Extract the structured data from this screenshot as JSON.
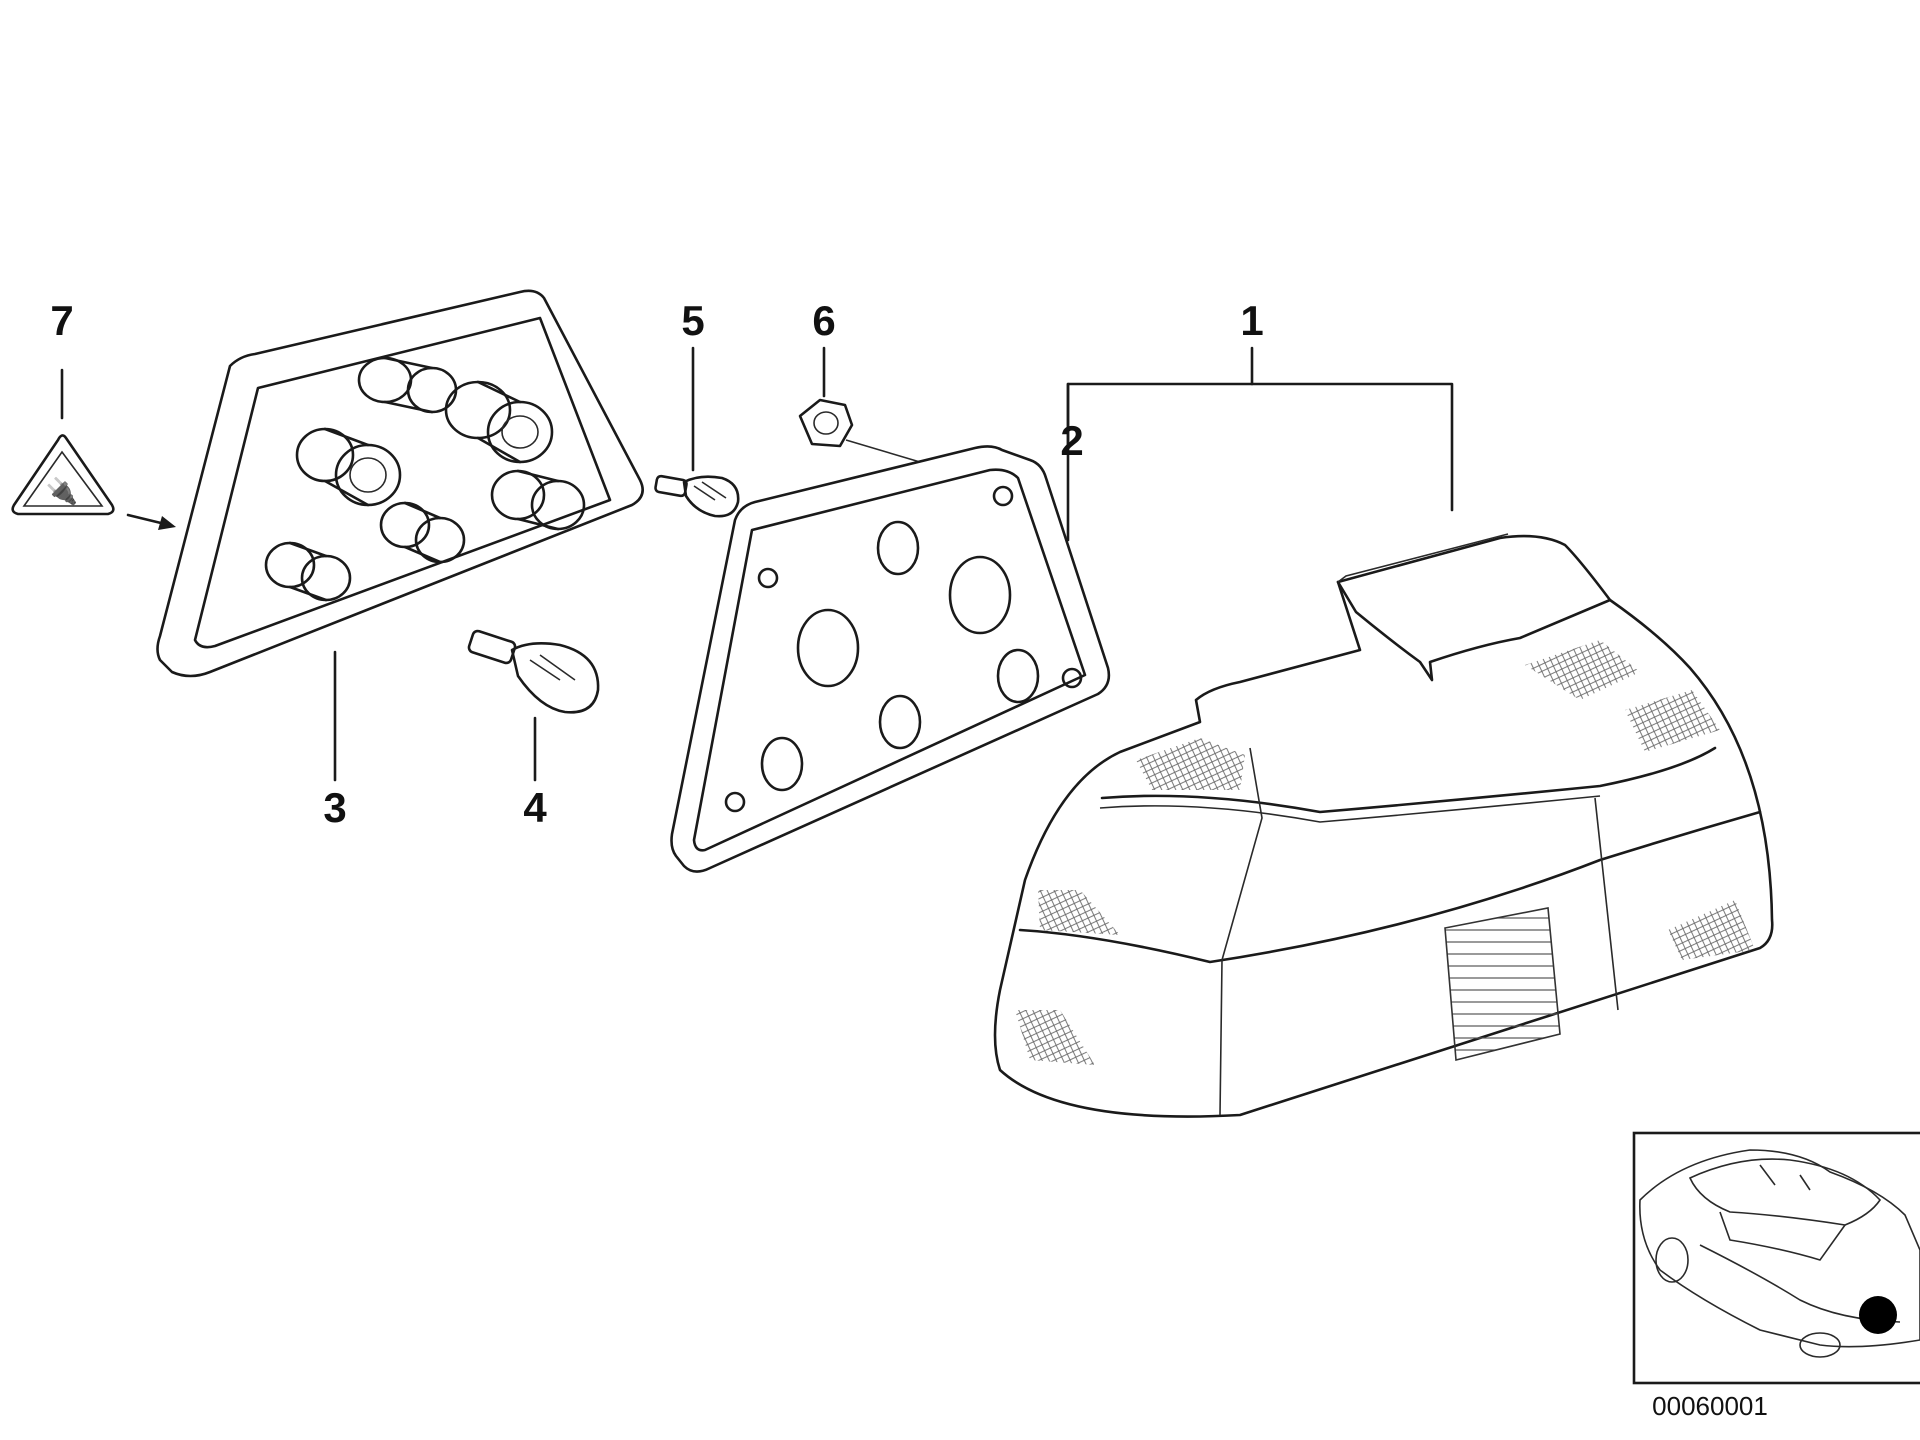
{
  "diagram": {
    "callouts": [
      {
        "id": "1",
        "label": "1"
      },
      {
        "id": "2",
        "label": "2"
      },
      {
        "id": "3",
        "label": "3"
      },
      {
        "id": "4",
        "label": "4"
      },
      {
        "id": "5",
        "label": "5"
      },
      {
        "id": "6",
        "label": "6"
      },
      {
        "id": "7",
        "label": "7"
      }
    ],
    "document_number": "00060001",
    "colors": {
      "line": "#1a1a1a",
      "background": "#ffffff",
      "location_marker": "#000000"
    }
  }
}
